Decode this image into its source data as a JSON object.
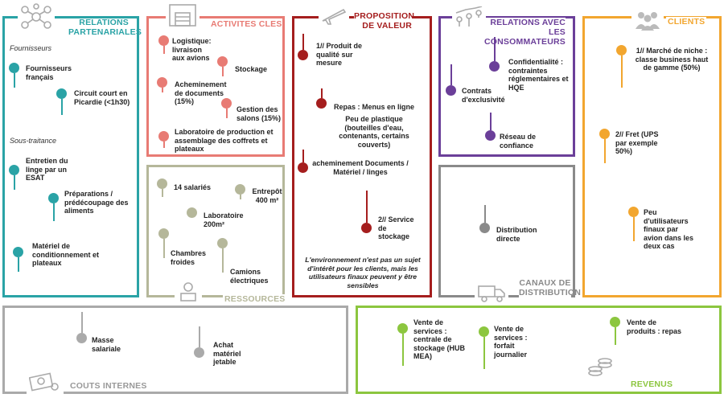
{
  "colors": {
    "partners": "#2aa3a6",
    "activities": "#e87b74",
    "resources": "#b5b79a",
    "value": "#a51e1e",
    "relations": "#6b3f99",
    "channels": "#8a8a8a",
    "clients": "#f2a62f",
    "costs": "#aaaaaa",
    "revenue": "#8cc63f"
  },
  "partners": {
    "title": "RELATIONS PARTENARIALES",
    "sub_fournisseurs": "Fournisseurs",
    "sub_soustraitance": "Sous-traitance",
    "item1": "Fournisseurs français",
    "item2": "Circuit court en Picardie (<1h30)",
    "item3": "Entretien du linge par un ESAT",
    "item4": "Préparations / prédécoupage des aliments",
    "item5": "Matériel de conditionnement et plateaux",
    "icon": "network-icon"
  },
  "activities": {
    "title": "ACTIVITES CLES",
    "item1": "Logistique: livraison aux avions",
    "item2": "Stockage",
    "item3": "Acheminement de documents (15%)",
    "item4": "Gestion des salons (15%)",
    "item5": "Laboratoire de production et assemblage des coffrets et plateaux",
    "icon": "warehouse-icon"
  },
  "resources": {
    "title": "RESSOURCES",
    "item1": "14 salariés",
    "item2": "Entrepôt 400 m²",
    "item3": "Laboratoire 200m²",
    "item4": "Chambres froides",
    "item5": "Camions électriques",
    "icon": "person-laptop-icon"
  },
  "value": {
    "title": "PROPOSITION DE VALEUR",
    "item1": "1// Produit de qualité sur mesure",
    "item2": "Repas : Menus en ligne",
    "item2b": "Peu de plastique (bouteilles d'eau, contenants, certains couverts)",
    "item3": "acheminement Documents / Matériel / linges",
    "item4": "2// Service de stockage",
    "note": "L'environnement n'est pas un sujet d'intérêt pour les clients, mais les utilisateurs finaux peuvent y être sensibles",
    "icon": "airplane-icon"
  },
  "relations": {
    "title": "RELATIONS AVEC LES CONSOMMATEURS",
    "item1": "Confidentialité : contraintes réglementaires et HQE",
    "item2": "Contrats d'exclusivité",
    "item3": "Réseau de confiance",
    "icon": "growth-people-icon"
  },
  "channels": {
    "title": "CANAUX DE DISTRIBUTION",
    "item1": "Distribution directe",
    "icon": "truck-icon"
  },
  "clients": {
    "title": "CLIENTS",
    "item1": "1// Marché de niche : classe business haut de gamme (50%)",
    "item2": "2// Fret (UPS par exemple 50%)",
    "item3": "Peu d'utilisateurs finaux par avion dans les deux cas",
    "icon": "group-icon"
  },
  "costs": {
    "title": "COUTS INTERNES",
    "item1": "Masse salariale",
    "item2": "Achat matériel jetable",
    "icon": "cash-icon"
  },
  "revenue": {
    "title": "REVENUS",
    "item1": "Vente de services : centrale de stockage (HUB MEA)",
    "item2": "Vente de services : forfait journalier",
    "item3": "Vente de produits : repas",
    "icon": "coins-icon"
  }
}
